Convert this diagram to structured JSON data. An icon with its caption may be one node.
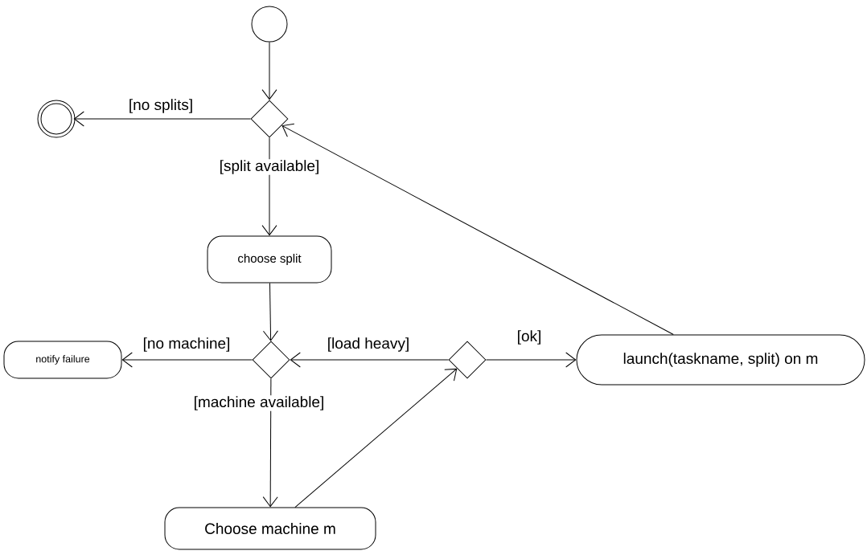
{
  "diagram": {
    "nodes": [
      {
        "text": [],
        "shape": "circle"
      },
      {
        "text": [],
        "shape": "diamond"
      },
      {
        "text": [],
        "shape": "circle"
      },
      {
        "text": [
          "choose split"
        ]
      },
      {
        "text": [],
        "shape": "diamond"
      },
      {
        "text": [
          "notify failure"
        ]
      },
      {
        "text": [],
        "shape": "diamond"
      },
      {
        "text": [
          "launch(taskname, split) on m"
        ]
      },
      {
        "text": [
          "Choose machine m"
        ]
      }
    ],
    "edges": [
      {
        "from": 0,
        "to": 1,
        "arrow": "to"
      },
      {
        "from": 1,
        "to": 2,
        "arrow": "to",
        "label": "[no splits]"
      },
      {
        "from": 1,
        "to": 3,
        "arrow": "to",
        "label": "[split available]"
      },
      {
        "from": 3,
        "to": 4,
        "arrow": "to"
      },
      {
        "from": 4,
        "to": 5,
        "arrow": "to",
        "label": "[no machine]"
      },
      {
        "from": 4,
        "to": 8,
        "arrow": "to",
        "label": "[machine available]"
      },
      {
        "from": 8,
        "to": 6,
        "arrow": "to"
      },
      {
        "from": 6,
        "to": 4,
        "arrow": "to",
        "label": "[load heavy]"
      },
      {
        "from": 6,
        "to": 7,
        "arrow": "to",
        "label": "[ok]"
      },
      {
        "from": 7,
        "to": 1,
        "arrow": "to"
      }
    ]
  }
}
